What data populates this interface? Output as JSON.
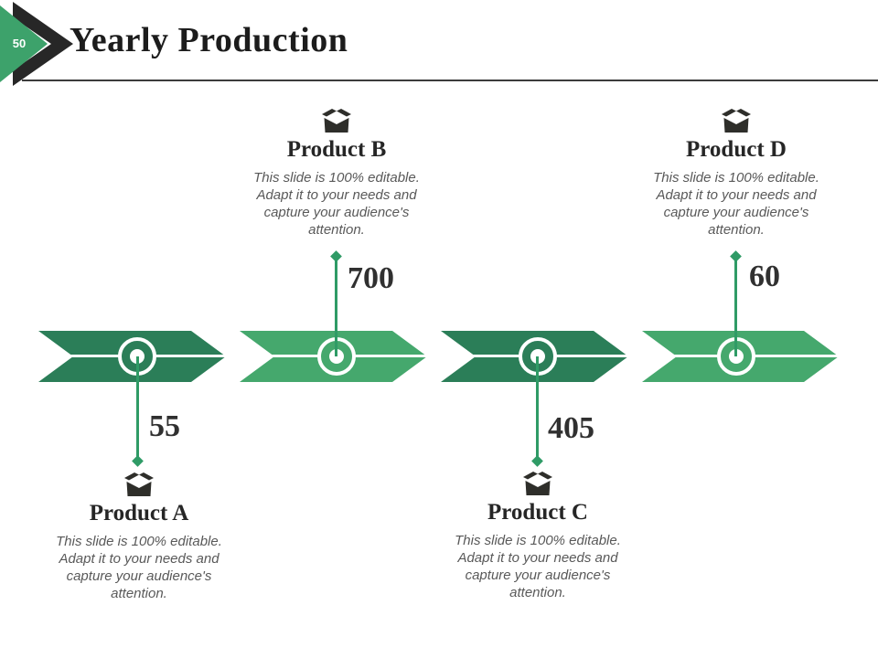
{
  "slide": {
    "number": "50",
    "title": "Yearly Production"
  },
  "products": [
    {
      "name": "Product A",
      "value": "55",
      "description": "This slide is 100% editable. Adapt it to your needs and capture your audience's attention.",
      "label_position": "bottom"
    },
    {
      "name": "Product B",
      "value": "700",
      "description": "This slide is 100% editable. Adapt it to your needs and capture your audience's attention.",
      "label_position": "top"
    },
    {
      "name": "Product C",
      "value": "405",
      "description": "This slide is 100% editable. Adapt it to your needs and capture your audience's attention.",
      "label_position": "bottom"
    },
    {
      "name": "Product D",
      "value": "60",
      "description": "This slide is 100% editable. Adapt it to your needs and capture your audience's attention.",
      "label_position": "top"
    }
  ],
  "icons": {
    "corner": "chevron-arrow-icon",
    "product": "open-box-icon"
  },
  "colors": {
    "arrow_dark_green": "#2b7e58",
    "arrow_light_green": "#45a86d",
    "connector_green": "#2f9b66",
    "corner_green": "#3da26b",
    "dark_ink": "#272727",
    "text_gray": "#595959"
  }
}
